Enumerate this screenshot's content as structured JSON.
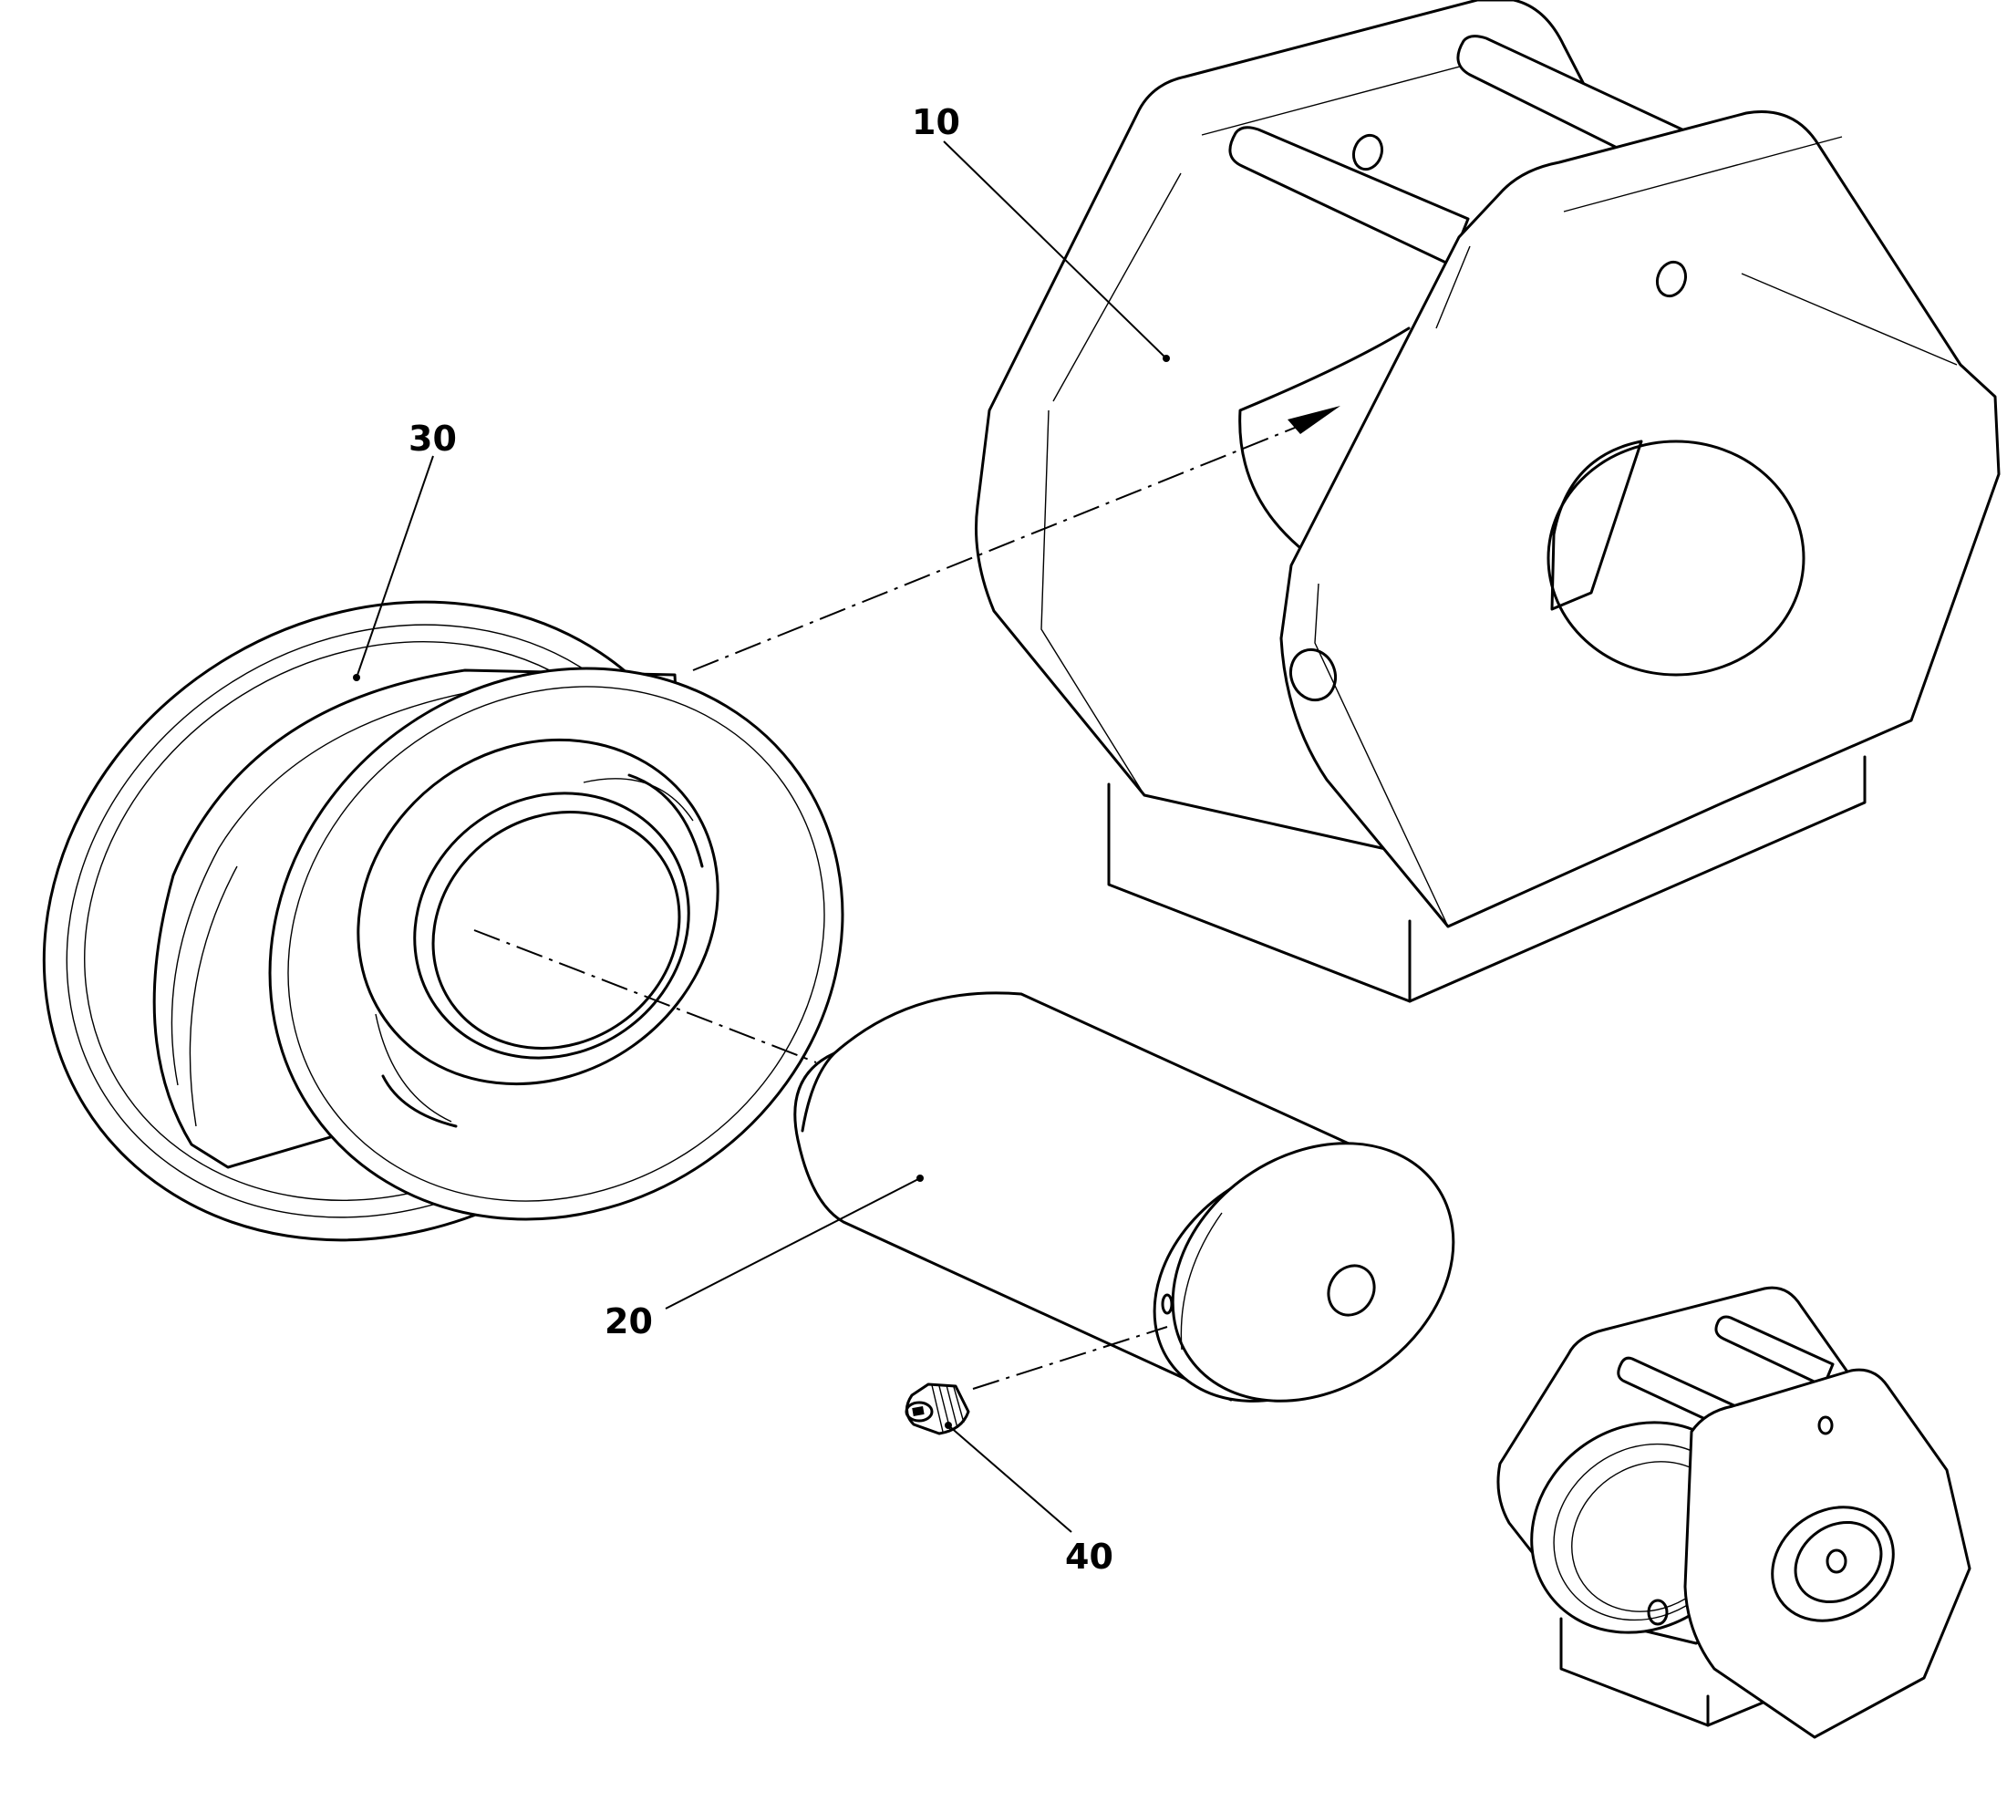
{
  "callouts": {
    "housing": "10",
    "axle": "20",
    "roller": "30",
    "set_screw": "40"
  }
}
